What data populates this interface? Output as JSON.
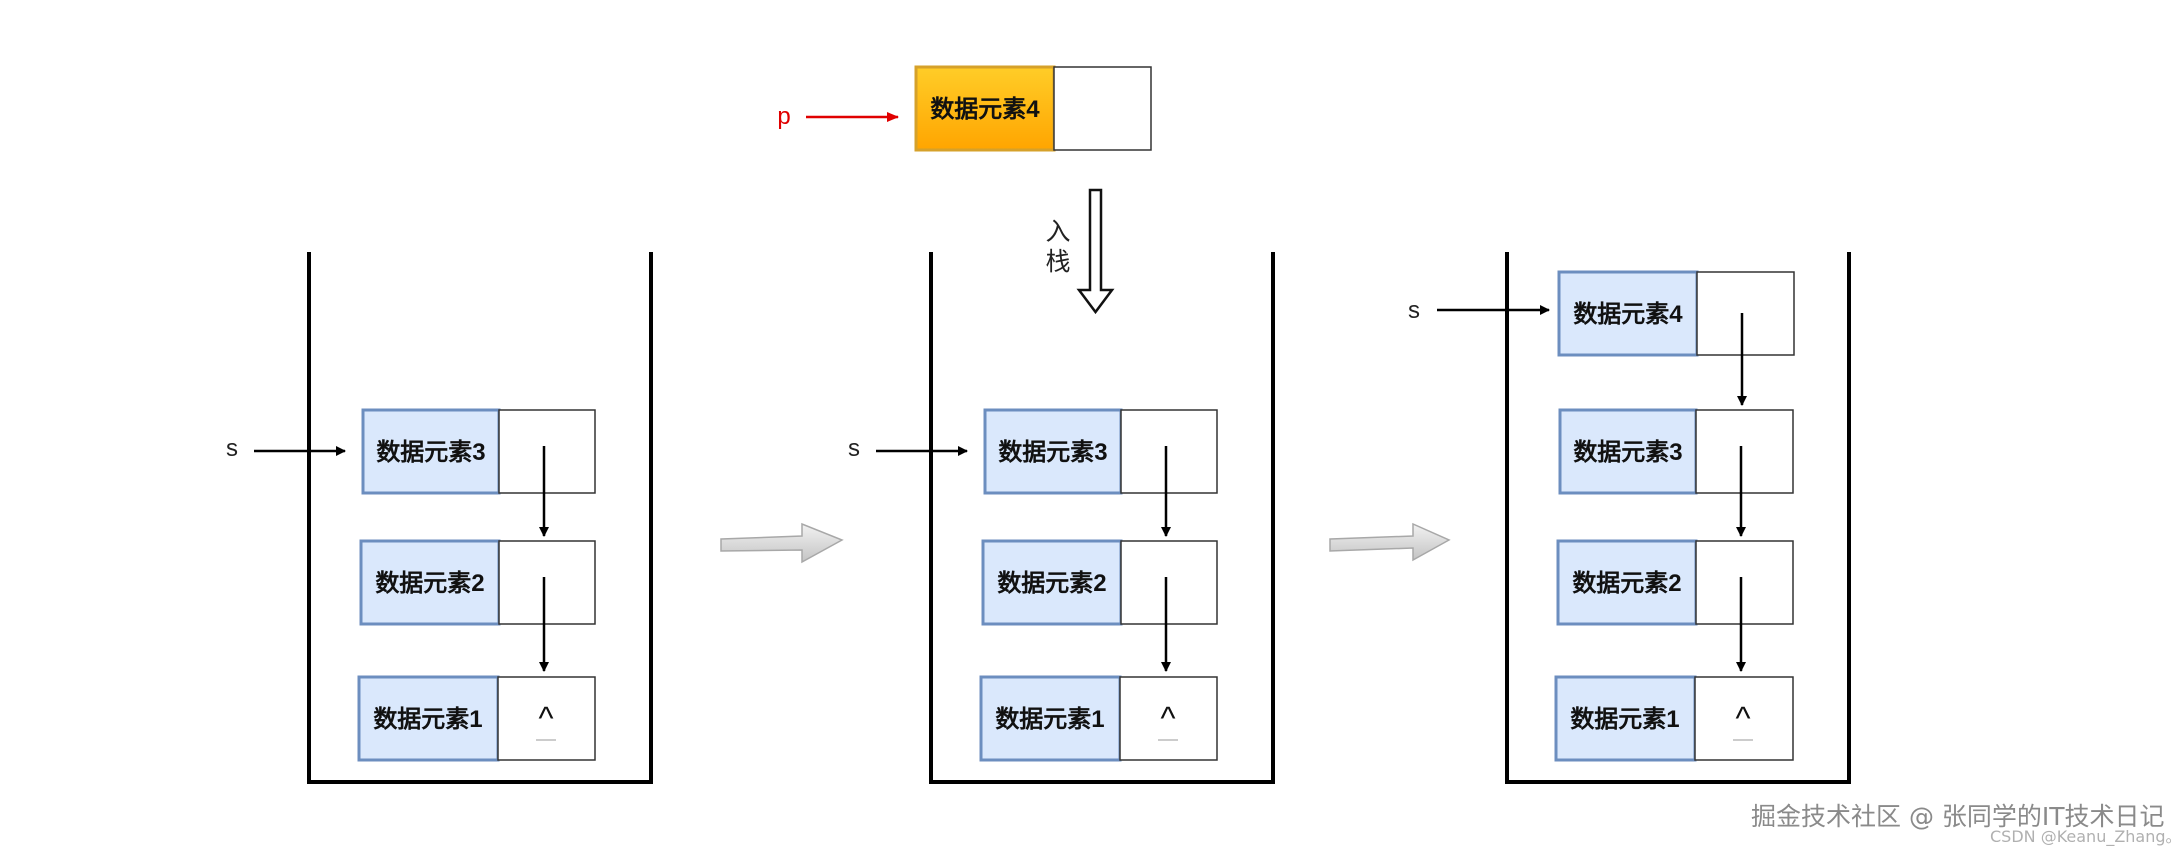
{
  "element_labels": {
    "e1": "数据元素1",
    "e2": "数据元素2",
    "e3": "数据元素3",
    "e4": "数据元素4"
  },
  "pointer_p": "p",
  "pointer_s": "s",
  "null_symbol": "^",
  "push_label": {
    "line1": "入",
    "line2": "栈"
  },
  "watermark": {
    "main": "掘金技术社区 @ 张同学的IT技术日记",
    "sub": "CSDN @Keanu_Zhang。"
  },
  "colors": {
    "node_fill": "#dae8fc",
    "node_stroke": "#6c8ebf",
    "new_node_fill": "#ffb000",
    "new_node_stroke": "#d6a12a",
    "pointer_p": "#e00000",
    "step_arrow": "#d4d4d4"
  }
}
